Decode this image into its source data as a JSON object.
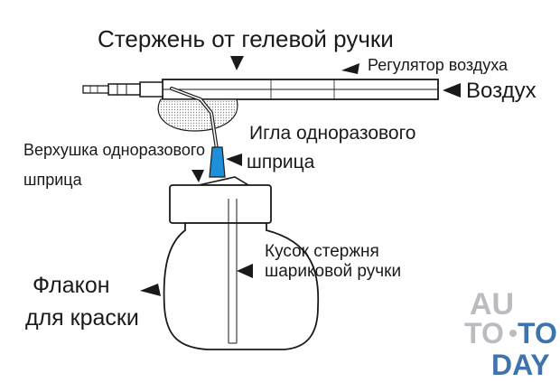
{
  "labels": {
    "rod": "Стержень от гелевой ручки",
    "air_regulator": "Регулятор воздуха",
    "air": "Воздух",
    "needle_line1": "Игла одноразового",
    "needle_line2": "шприца",
    "syringe_tip_line1": "Верхушка одноразового",
    "syringe_tip_line2": "шприца",
    "ballpoint_piece_line1": "Кусок стержня",
    "ballpoint_piece_line2": "шариковой ручки",
    "bottle_line1": "Флакон",
    "bottle_line2": "для краски"
  },
  "watermark": {
    "row1": "AU",
    "row2_left": "TO",
    "row2_right": "TO",
    "row3": "DAY",
    "colors": {
      "light": "#b9bcc0",
      "blue": "#3f73ad"
    }
  },
  "colors": {
    "needle_tip": "#1e8fd8",
    "outline": "#1a1a1a",
    "bottle_fill": "#ffffff"
  }
}
